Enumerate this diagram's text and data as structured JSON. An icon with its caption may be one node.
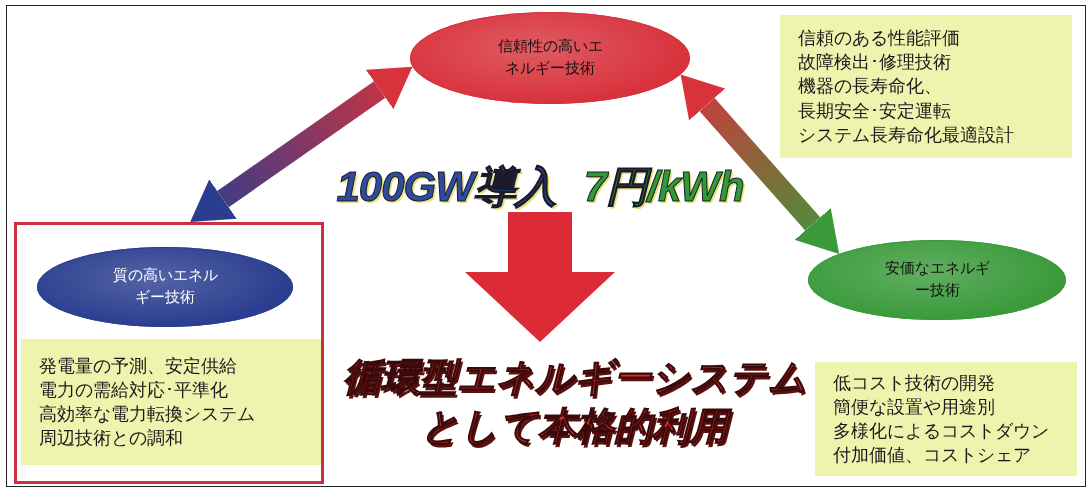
{
  "diagram": {
    "nodes": [
      {
        "text": [
          "信頼性の高いエネルギー技術"
        ]
      },
      {
        "text": [
          "信頼のある性能評価",
          "故障検出･修理技術",
          "機器の長寿命化、",
          "長期安全･安定運転",
          "システム長寿命化最適設計"
        ]
      },
      {
        "text": [],
        "shape": "box"
      },
      {
        "text": [
          "質の高いエネルギー技術"
        ],
        "in": 2
      },
      {
        "text": [
          "発電量の予測、安定供給",
          "電力の需給対応･平準化",
          "高効率な電力転換システム",
          "周辺技術との調和"
        ],
        "in": 2
      },
      {
        "text": [
          "安価なエネルギー技術"
        ]
      },
      {
        "text": [
          "低コスト技術の開発",
          "簡便な設置や用途別",
          "多様化によるコストダウン",
          "付加価値、コストシェア"
        ]
      },
      {
        "text": [
          "100GW導入",
          "7円/kWh"
        ]
      },
      {
        "text": [
          "循環型エネルギーシステムとして本格的利用"
        ]
      }
    ],
    "edges": [
      {
        "from": 2,
        "to": 0,
        "arrow": "both"
      },
      {
        "from": 0,
        "to": 5,
        "arrow": "both"
      },
      {
        "from": 7,
        "to": 8,
        "arrow": "to",
        "color": "#dc2a36"
      }
    ]
  }
}
